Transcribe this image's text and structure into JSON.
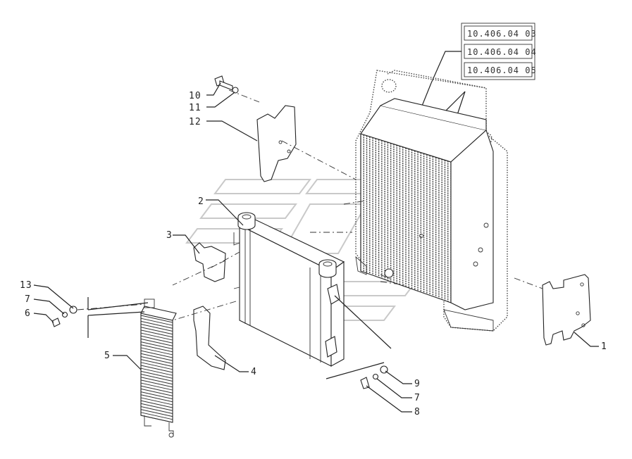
{
  "refs": [
    "10.406.04 03",
    "10.406.04 04",
    "10.406.04 05"
  ],
  "callouts": {
    "c1": "1",
    "c2": "2",
    "c3": "3",
    "c4": "4",
    "c5": "5",
    "c6": "6",
    "c7a": "7",
    "c7b": "7",
    "c8": "8",
    "c9": "9",
    "c10": "10",
    "c11": "11",
    "c12": "12",
    "c13": "13"
  }
}
